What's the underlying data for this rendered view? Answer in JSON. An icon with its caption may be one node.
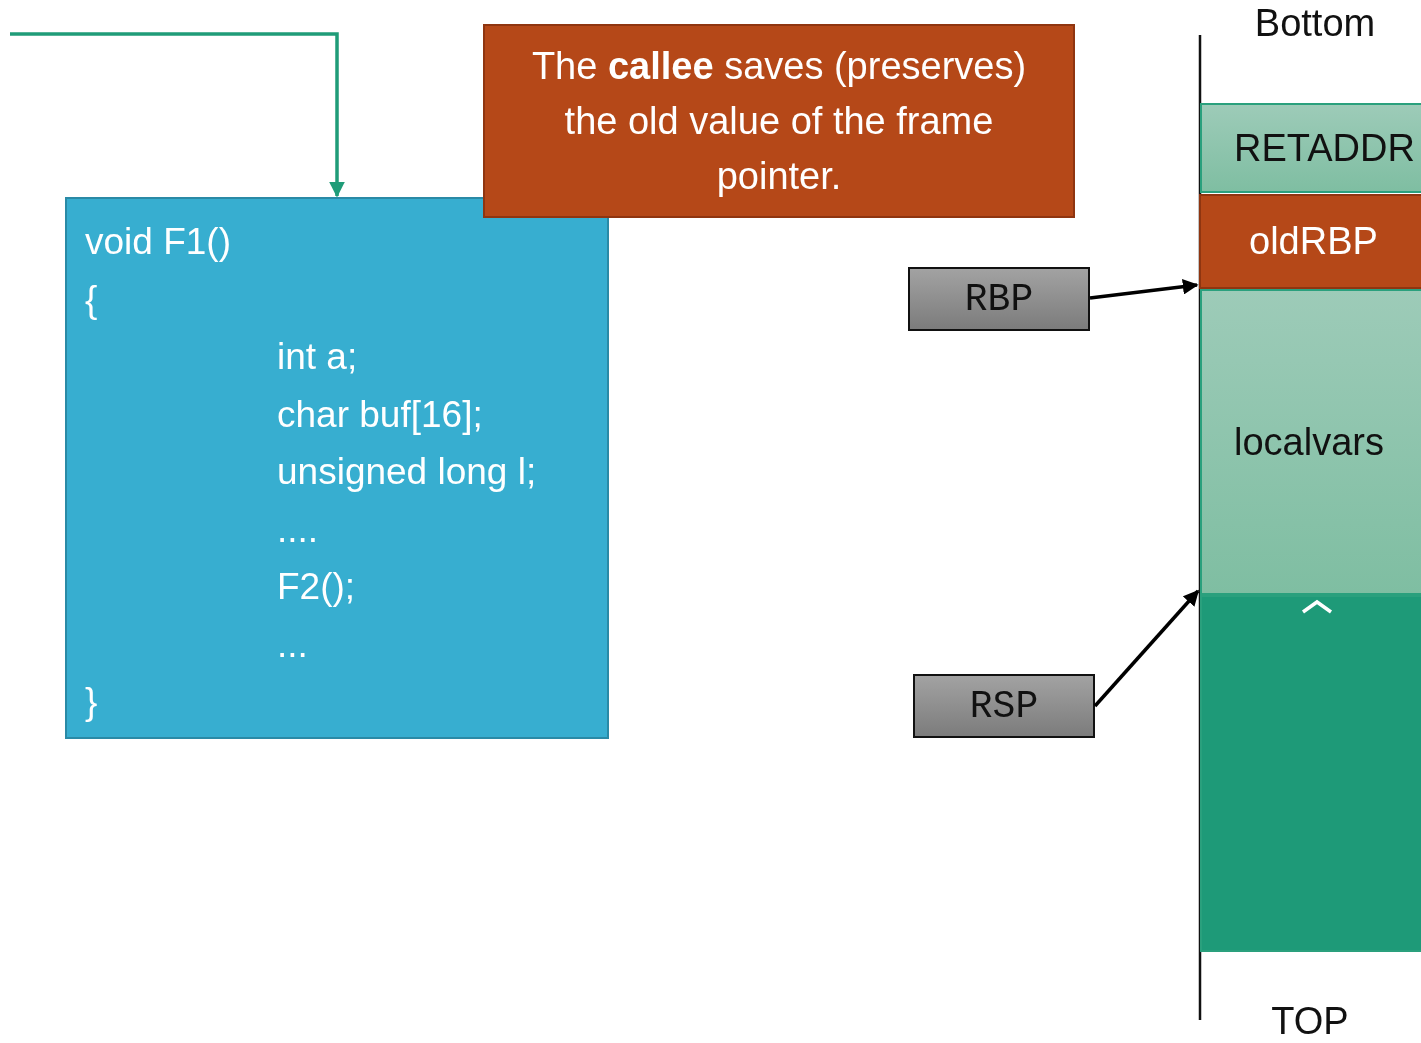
{
  "diagram": {
    "nodes": [
      {
        "text": [
          "void F1()",
          "{",
          "int a;",
          "char buf[16];",
          "unsigned long l;",
          "....",
          "F2();",
          "...",
          "}"
        ]
      },
      {
        "text": [
          "The **callee** saves (preserves) the old value of the frame pointer."
        ]
      },
      {
        "text": [
          "RBP"
        ]
      },
      {
        "text": [
          "RSP"
        ]
      },
      {
        "text": [
          "RETADDR"
        ]
      },
      {
        "text": [
          "oldRBP"
        ]
      },
      {
        "text": [
          "localvars"
        ]
      },
      {
        "text": [],
        "shape": "bar"
      }
    ],
    "edges": [
      {
        "from": null,
        "to": 0,
        "arrow": "to",
        "color": "#1f9c78"
      },
      {
        "from": 2,
        "to": 5,
        "arrow": "to"
      },
      {
        "from": 3,
        "to": 6,
        "arrow": "to"
      }
    ],
    "labels": [
      "Bottom",
      "TOP"
    ]
  }
}
